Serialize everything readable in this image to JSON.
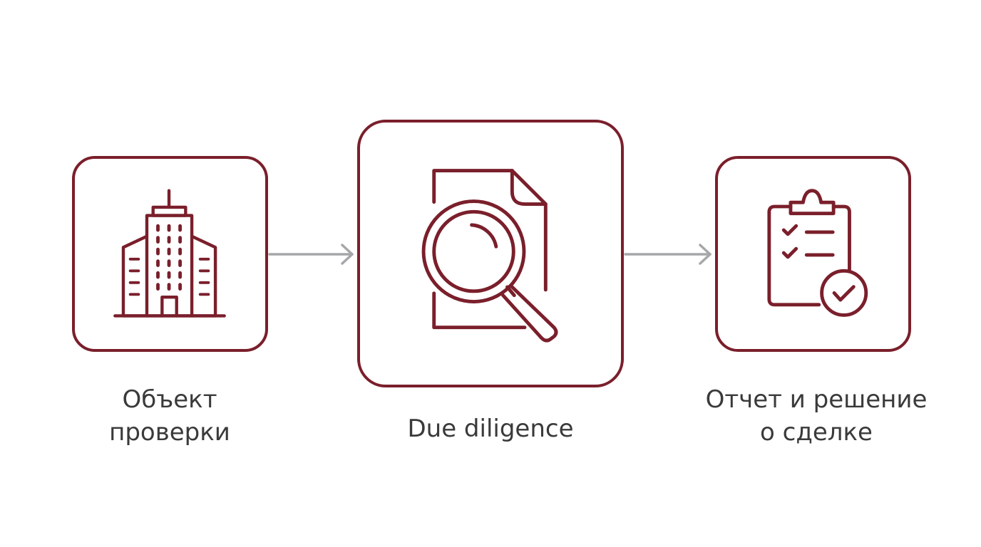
{
  "steps": [
    {
      "icon": "office-building-icon",
      "label_lines": [
        "Объект",
        "проверки"
      ]
    },
    {
      "icon": "document-magnifier-icon",
      "label_lines": [
        "Due diligence"
      ]
    },
    {
      "icon": "clipboard-checklist-icon",
      "label_lines": [
        "Отчет и решение",
        "о сделке"
      ]
    }
  ],
  "colors": {
    "accent": "#7a1f2b",
    "arrow": "#a5a7a9",
    "text": "#3a3a3a",
    "background": "#ffffff"
  }
}
